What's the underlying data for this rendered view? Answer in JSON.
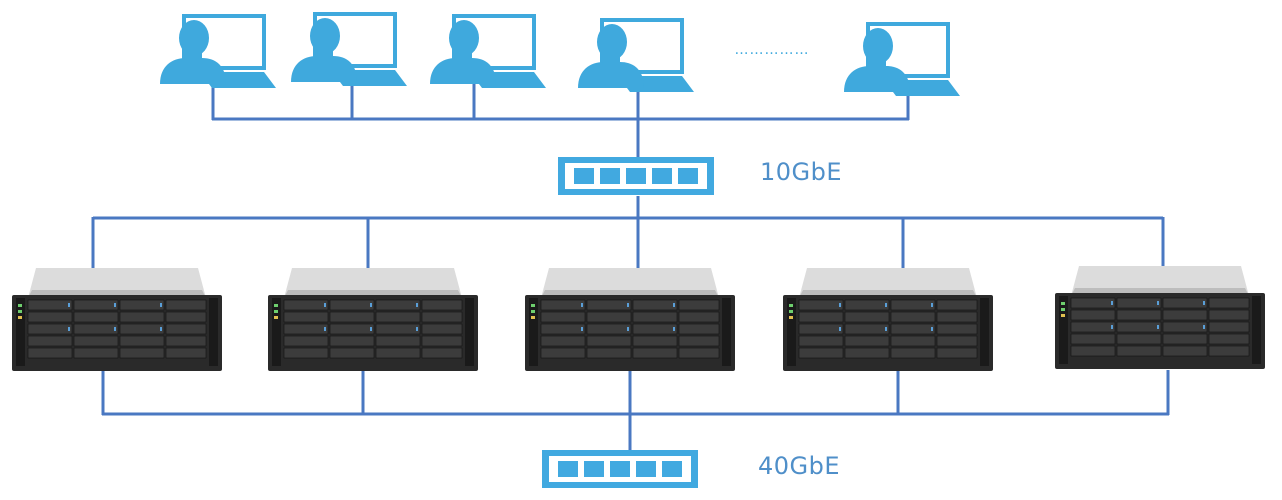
{
  "diagram": {
    "workstation_count_shown": 5,
    "ellipsis": "……………",
    "storage_unit_count": 5,
    "switches": [
      {
        "label": "10GbE",
        "port_count": 5
      },
      {
        "label": "40GbE",
        "port_count": 5
      }
    ],
    "colors": {
      "user_icon": "#3fa9dd",
      "line": "#4a78c2",
      "switch": "#41a9e0",
      "label_text": "#4f8fc9",
      "server_chassis": "#2a2a2a",
      "server_top": "#d8d8d8"
    }
  }
}
